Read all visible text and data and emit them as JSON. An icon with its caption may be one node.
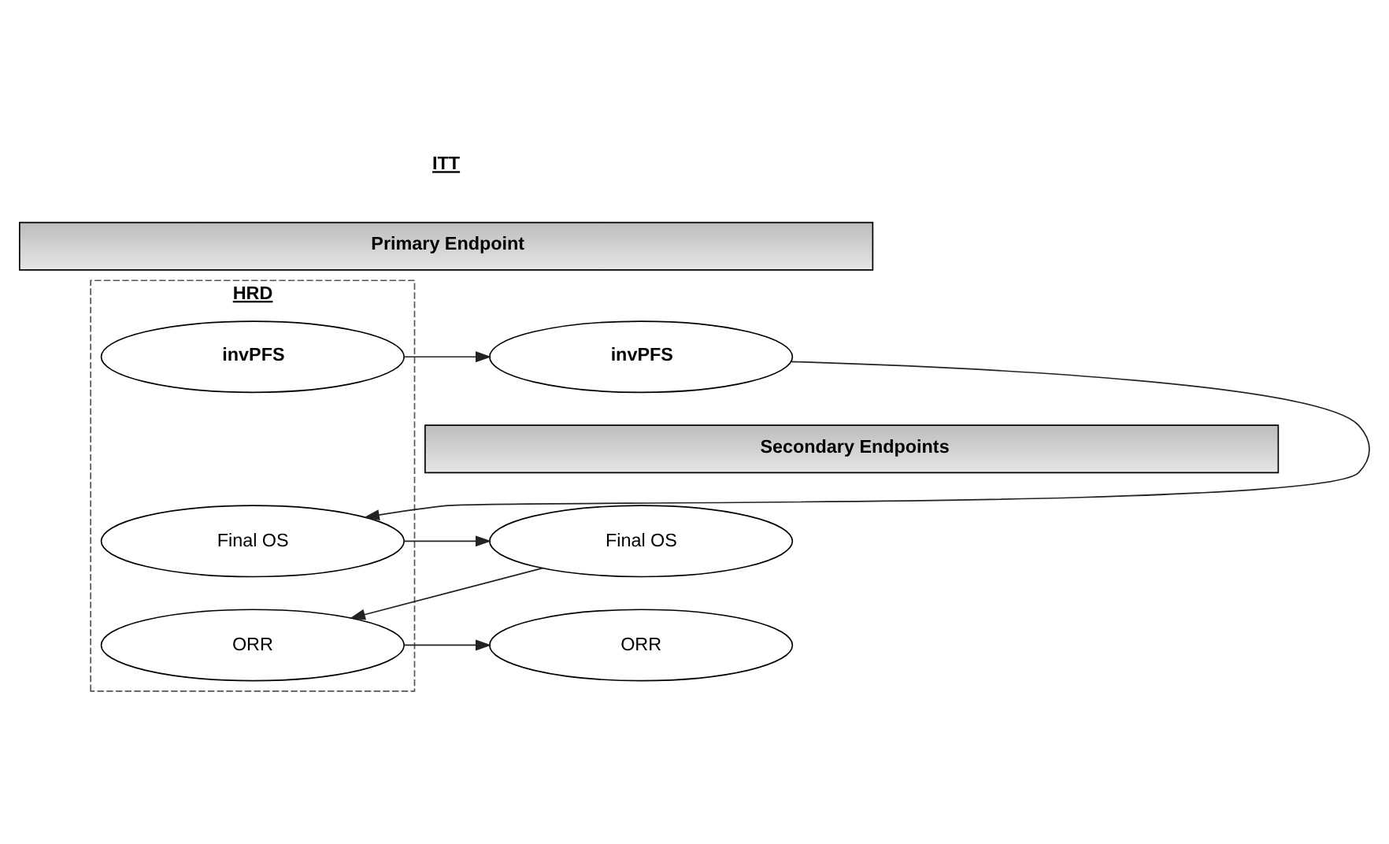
{
  "diagram": {
    "nodes": [
      {
        "text": [
          "HRD"
        ]
      },
      {
        "text": [
          "Primary Endpoint"
        ]
      },
      {
        "text": [
          "invPFS"
        ],
        "in": 0
      },
      {
        "text": [
          "invPFS"
        ]
      },
      {
        "text": [
          "Secondary Endpoints"
        ]
      },
      {
        "text": [
          "Final OS"
        ],
        "in": 0
      },
      {
        "text": [
          "Final OS"
        ]
      },
      {
        "text": [
          "ORR"
        ],
        "in": 0
      },
      {
        "text": [
          "ORR"
        ]
      }
    ],
    "edges": [
      {
        "from": 2,
        "to": 3,
        "arrow": "to"
      },
      {
        "from": 3,
        "to": 5,
        "arrow": "to"
      },
      {
        "from": 5,
        "to": 6,
        "arrow": "to"
      },
      {
        "from": 6,
        "to": 7,
        "arrow": "to"
      },
      {
        "from": 7,
        "to": 8,
        "arrow": "to"
      }
    ],
    "labels": [
      "ITT"
    ]
  }
}
